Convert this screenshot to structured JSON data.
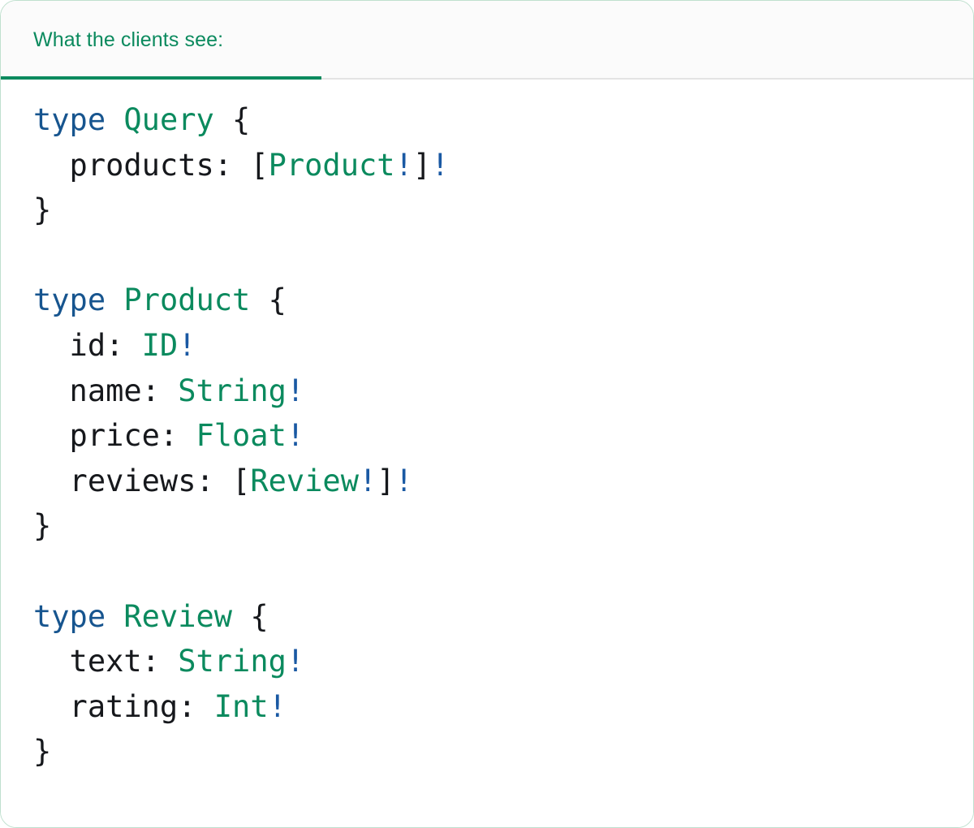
{
  "card": {
    "border_color": "#bfe0ce",
    "background": "#ffffff"
  },
  "header": {
    "tab_label": "What the clients see:",
    "accent_color": "#0b8a5e",
    "background": "#fbfbfb",
    "divider_color": "#e4e4e4"
  },
  "code": {
    "language": "graphql",
    "colors": {
      "keyword": "#17558f",
      "type": "#0b8a5e",
      "non_null_bang": "#1a59a3",
      "punctuation": "#16181c",
      "field": "#16181c"
    },
    "raw": "type Query {\n  products: [Product!]!\n}\n\ntype Product {\n  id: ID!\n  name: String!\n  price: Float!\n  reviews: [Review!]!\n}\n\ntype Review {\n  text: String!\n  rating: Int!\n}",
    "lines": [
      {
        "tokens": [
          {
            "t": "type ",
            "k": "kw"
          },
          {
            "t": "Query",
            "k": "type"
          },
          {
            "t": " {",
            "k": "punc"
          }
        ]
      },
      {
        "tokens": [
          {
            "t": "  products: ",
            "k": "field"
          },
          {
            "t": "[",
            "k": "punc"
          },
          {
            "t": "Product",
            "k": "type"
          },
          {
            "t": "!",
            "k": "bang"
          },
          {
            "t": "]",
            "k": "punc"
          },
          {
            "t": "!",
            "k": "bang"
          }
        ]
      },
      {
        "tokens": [
          {
            "t": "}",
            "k": "punc"
          }
        ]
      },
      {
        "tokens": [
          {
            "t": "",
            "k": "plain"
          }
        ]
      },
      {
        "tokens": [
          {
            "t": "type ",
            "k": "kw"
          },
          {
            "t": "Product",
            "k": "type"
          },
          {
            "t": " {",
            "k": "punc"
          }
        ]
      },
      {
        "tokens": [
          {
            "t": "  id: ",
            "k": "field"
          },
          {
            "t": "ID",
            "k": "type"
          },
          {
            "t": "!",
            "k": "bang"
          }
        ]
      },
      {
        "tokens": [
          {
            "t": "  name: ",
            "k": "field"
          },
          {
            "t": "String",
            "k": "type"
          },
          {
            "t": "!",
            "k": "bang"
          }
        ]
      },
      {
        "tokens": [
          {
            "t": "  price: ",
            "k": "field"
          },
          {
            "t": "Float",
            "k": "type"
          },
          {
            "t": "!",
            "k": "bang"
          }
        ]
      },
      {
        "tokens": [
          {
            "t": "  reviews: ",
            "k": "field"
          },
          {
            "t": "[",
            "k": "punc"
          },
          {
            "t": "Review",
            "k": "type"
          },
          {
            "t": "!",
            "k": "bang"
          },
          {
            "t": "]",
            "k": "punc"
          },
          {
            "t": "!",
            "k": "bang"
          }
        ]
      },
      {
        "tokens": [
          {
            "t": "}",
            "k": "punc"
          }
        ]
      },
      {
        "tokens": [
          {
            "t": "",
            "k": "plain"
          }
        ]
      },
      {
        "tokens": [
          {
            "t": "type ",
            "k": "kw"
          },
          {
            "t": "Review",
            "k": "type"
          },
          {
            "t": " {",
            "k": "punc"
          }
        ]
      },
      {
        "tokens": [
          {
            "t": "  text: ",
            "k": "field"
          },
          {
            "t": "String",
            "k": "type"
          },
          {
            "t": "!",
            "k": "bang"
          }
        ]
      },
      {
        "tokens": [
          {
            "t": "  rating: ",
            "k": "field"
          },
          {
            "t": "Int",
            "k": "type"
          },
          {
            "t": "!",
            "k": "bang"
          }
        ]
      },
      {
        "tokens": [
          {
            "t": "}",
            "k": "punc"
          }
        ]
      }
    ]
  }
}
